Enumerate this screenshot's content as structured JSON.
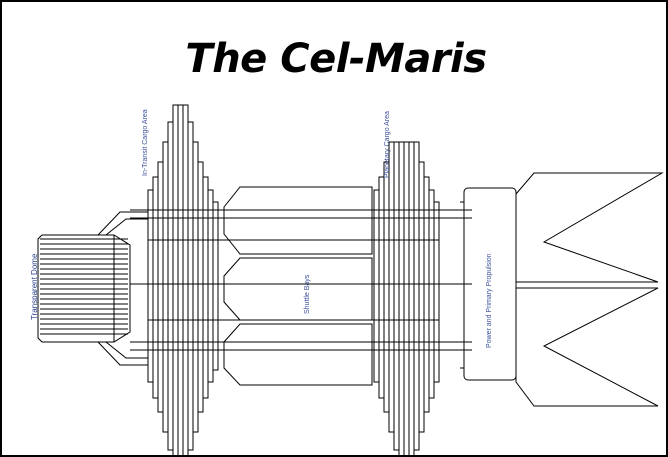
{
  "title": "The Cel-Maris",
  "labels": {
    "transparent_dome": "Transparent Dome",
    "in_transit_cargo": "In-Transit Cargo Area",
    "shuttle_bays": "Shuttle Bays",
    "planetary_cargo": "Planetary Cargo Area",
    "power_propulsion": "Power and Primary Propulsion"
  },
  "colors": {
    "line": "#000000",
    "label": "#3a4f9a",
    "background": "#ffffff"
  }
}
